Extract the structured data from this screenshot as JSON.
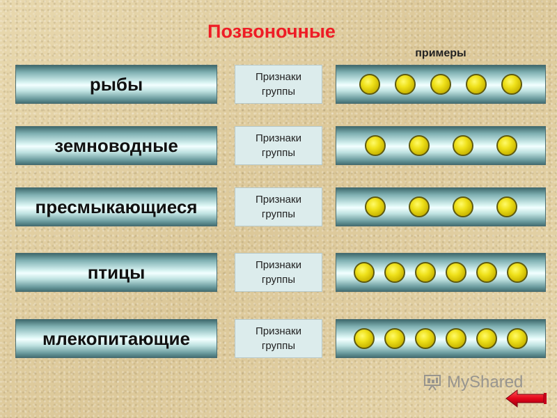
{
  "title": "Позвоночные",
  "examples_header": "примеры",
  "rows": [
    {
      "group": "рыбы",
      "signs_line1": "Признаки",
      "signs_line2": "группы",
      "example_count": 5
    },
    {
      "group": "земноводные",
      "signs_line1": "Признаки",
      "signs_line2": "группы",
      "example_count": 4
    },
    {
      "group": "пресмыкающиеся",
      "signs_line1": "Признаки",
      "signs_line2": "группы",
      "example_count": 4
    },
    {
      "group": "птицы",
      "signs_line1": "Признаки",
      "signs_line2": "группы",
      "example_count": 6
    },
    {
      "group": "млекопитающие",
      "signs_line1": "Признаки",
      "signs_line2": "группы",
      "example_count": 6
    }
  ],
  "watermark": {
    "text": "MyShared",
    "icon": "presentation-board-icon"
  },
  "navigation": {
    "back_icon": "back-arrow-icon"
  },
  "colors": {
    "title": "#ee1c25",
    "dot_fill": "#efe11a",
    "dot_outline": "#5e5a10",
    "bar_highlight": "#f2ffff",
    "bar_shadow": "#3f6a6e",
    "arrow": "#e3061a"
  }
}
